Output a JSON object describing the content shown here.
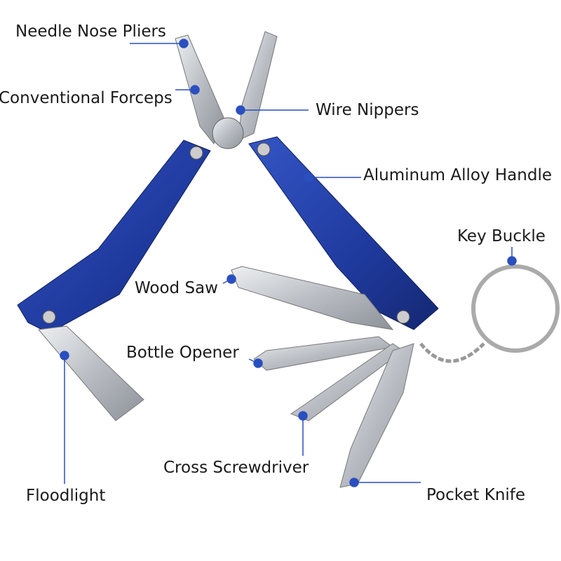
{
  "labels": {
    "needle_nose_pliers": "Needle Nose Pliers",
    "conventional_forceps": "Conventional Forceps",
    "wire_nippers": "Wire Nippers",
    "aluminum_alloy_handle": "Aluminum Alloy Handle",
    "key_buckle": "Key Buckle",
    "wood_saw": "Wood Saw",
    "bottle_opener": "Bottle Opener",
    "cross_screwdriver": "Cross Screwdriver",
    "floodlight": "Floodlight",
    "pocket_knife": "Pocket Knife"
  },
  "colors": {
    "handle": "#1f3a9e",
    "callout": "#2a4fc0",
    "steel": "#c9ccd1"
  }
}
